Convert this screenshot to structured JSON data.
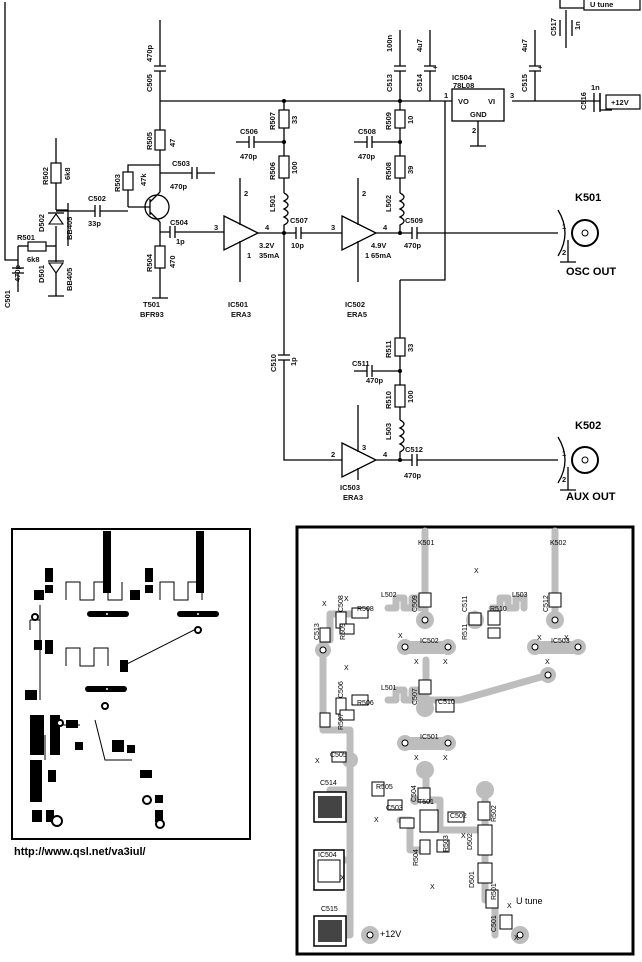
{
  "schematic": {
    "components": {
      "c501": [
        "C501",
        "470p"
      ],
      "r501": [
        "R501",
        "6k8"
      ],
      "r502": [
        "R502",
        "6k8"
      ],
      "d502": [
        "D502",
        "BB405"
      ],
      "d501": [
        "D501",
        "BB405"
      ],
      "c502": [
        "C502",
        "33p"
      ],
      "r503": [
        "R503",
        "47k"
      ],
      "c505": [
        "C505",
        "470p"
      ],
      "r505": [
        "R505",
        "47"
      ],
      "c503": [
        "C503",
        "470p"
      ],
      "c504": [
        "C504",
        "1p"
      ],
      "r504": [
        "R504",
        "470"
      ],
      "t501": [
        "T501",
        "BFR93"
      ],
      "c506": [
        "C506",
        "470p"
      ],
      "r507": [
        "R507",
        "33"
      ],
      "r506": [
        "R506",
        "100"
      ],
      "l501": [
        "L501"
      ],
      "c507": [
        "C507",
        "10p"
      ],
      "ic501": [
        "IC501",
        "ERA3",
        "3.2V",
        "35mA"
      ],
      "c508": [
        "C508",
        "470p"
      ],
      "r509": [
        "R509",
        "10"
      ],
      "r508": [
        "R508",
        "39"
      ],
      "l502": [
        "L502"
      ],
      "c509": [
        "C509",
        "470p"
      ],
      "ic502": [
        "IC502",
        "ERA5",
        "4.9V",
        "65mA"
      ],
      "c513": [
        "C513",
        "100n"
      ],
      "c514": [
        "C514",
        "4u7"
      ],
      "ic504": [
        "IC504",
        "78L08",
        "VO",
        "VI",
        "GND"
      ],
      "c515": [
        "C515",
        "4u7"
      ],
      "c516": [
        "C516",
        "1n"
      ],
      "c517": [
        "C517",
        "1n"
      ],
      "c510": [
        "C510",
        "1p"
      ],
      "r511": [
        "R511",
        "33"
      ],
      "c511": [
        "C511",
        "470p"
      ],
      "r510": [
        "R510",
        "100"
      ],
      "l503": [
        "L503"
      ],
      "c512": [
        "C512",
        "470p"
      ],
      "ic503": [
        "IC503",
        "ERA3"
      ]
    },
    "pins": [
      "1",
      "2",
      "3",
      "4"
    ],
    "connectors": {
      "k501": "K501",
      "k502": "K502",
      "osc_out": "OSC OUT",
      "aux_out": "AUX OUT",
      "u_tune": "U tune",
      "plus12v": "+12V"
    }
  },
  "pcb_layout": {
    "labels": {
      "k501": "K501",
      "k502": "K502",
      "c508": "C508",
      "r508": "R508",
      "l502": "L502",
      "c509": "C509",
      "c511": "C511",
      "r510": "R510",
      "l503": "L503",
      "c512": "C512",
      "c513": "C513",
      "r509": "R509",
      "ic502": "IC502",
      "r511": "R511",
      "ic503": "IC503",
      "c506": "C506",
      "r506": "R506",
      "l501": "L501",
      "c507": "C507",
      "c510": "C510",
      "r507": "R507",
      "ic501": "IC501",
      "c505": "C505",
      "c514": "C514",
      "r505": "R505",
      "c504": "C504",
      "t501": "T501",
      "c503": "C503",
      "c502": "C502",
      "r502": "R502",
      "r504": "R504",
      "r503": "R503",
      "d502": "D502",
      "ic504": "IC504",
      "d501": "D501",
      "r501": "R501",
      "c515": "C515",
      "c501": "C501",
      "u_tune": "U tune",
      "plus12v": "+12V"
    },
    "unused_pin_mark": "X"
  },
  "source_url": "http://www.qsl.net/va3iul/"
}
